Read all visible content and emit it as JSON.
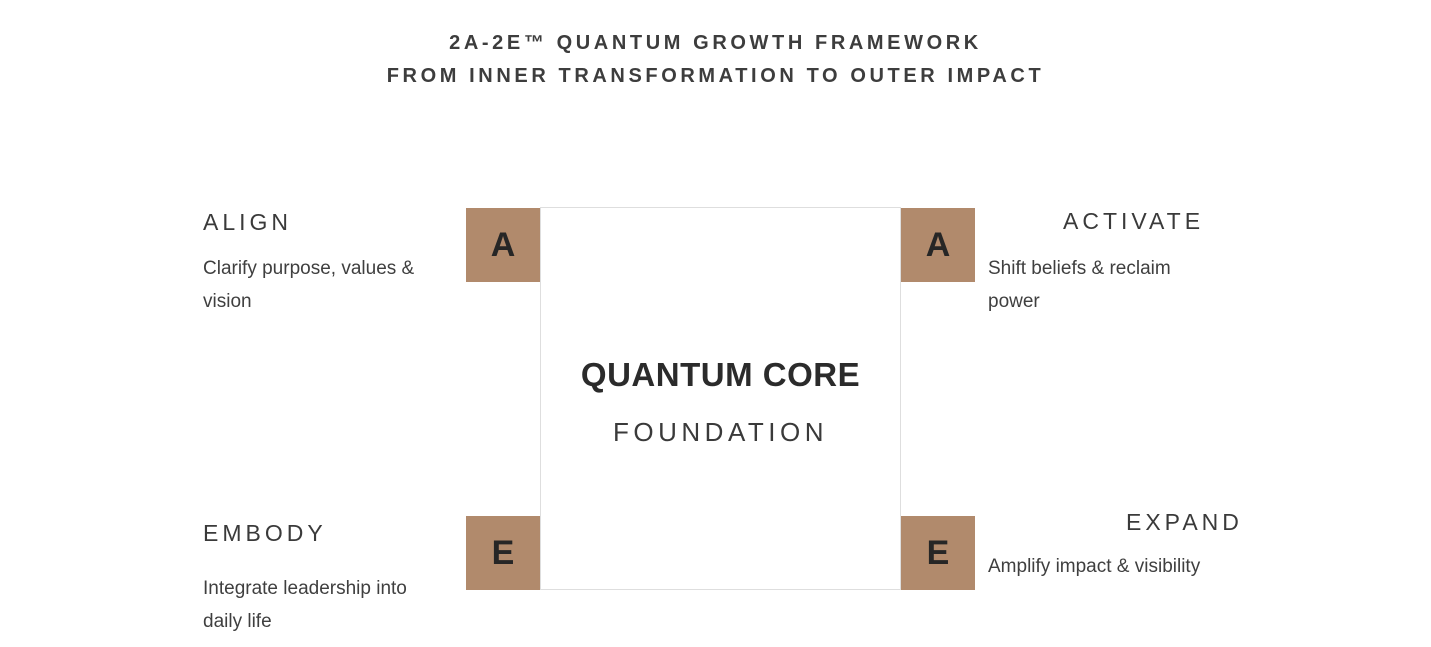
{
  "title": {
    "line1": "2A-2E™ QUANTUM GROWTH FRAMEWORK",
    "line2": "FROM INNER TRANSFORMATION TO OUTER IMPACT"
  },
  "core": {
    "title": "QUANTUM CORE",
    "subtitle": "FOUNDATION"
  },
  "quadrants": {
    "align": {
      "letter": "A",
      "heading": "ALIGN",
      "description": "Clarify purpose, values & vision"
    },
    "activate": {
      "letter": "A",
      "heading": "ACTIVATE",
      "description": "Shift beliefs & reclaim power"
    },
    "embody": {
      "letter": "E",
      "heading": "EMBODY",
      "description": "Integrate leadership into daily life"
    },
    "expand": {
      "letter": "E",
      "heading": "EXPAND",
      "description": "Amplify impact & visibility"
    }
  },
  "colors": {
    "badge": "#b18a6c",
    "badge_letter": "#262626",
    "heading_text": "#3a3a3a",
    "body_text": "#3f3f3f",
    "core_border": "#dedede",
    "background": "#ffffff"
  }
}
